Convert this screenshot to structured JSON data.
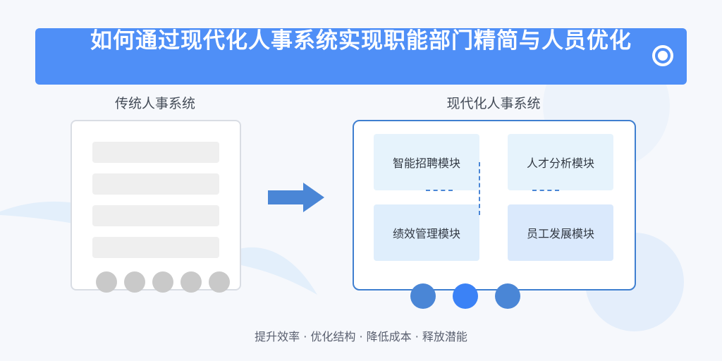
{
  "title": "如何通过现代化人事系统实现职能部门精简与人员优化",
  "legacy": {
    "label": "传统人事系统"
  },
  "modern": {
    "label": "现代化人事系统",
    "modules": [
      {
        "label": "智能招聘模块",
        "color": "#e6f3fc"
      },
      {
        "label": "人才分析模块",
        "color": "#e6f3fc"
      },
      {
        "label": "绩效管理模块",
        "color": "#dfeefc"
      },
      {
        "label": "员工发展模块",
        "color": "#dae9fc"
      }
    ]
  },
  "footer": "提升效率 · 优化结构 · 降低成本 · 释放潜能",
  "colors": {
    "title_bar": "#4f8ff7",
    "arrow": "#4a86d6",
    "panel_border": "#3f7fd0",
    "dot_primary": "#4a86d6",
    "dot_highlight": "#3b82f6"
  }
}
